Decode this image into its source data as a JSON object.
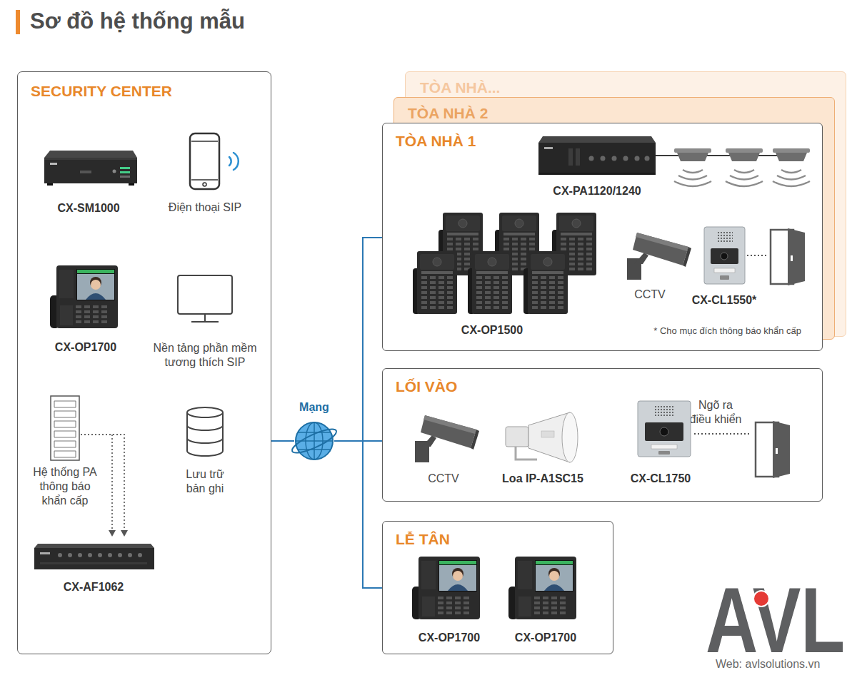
{
  "diagram": {
    "title": "Sơ đồ hệ thống mẫu",
    "nodes": [
      {
        "text": [
          "SECURITY CENTER"
        ]
      },
      {
        "text": [
          "Mạng"
        ]
      },
      {
        "text": [
          "TÒA NHÀ..."
        ]
      },
      {
        "text": [
          "TÒA NHÀ 2"
        ]
      },
      {
        "text": [
          "TÒA NHÀ 1"
        ]
      },
      {
        "text": [
          "LỐI VÀO"
        ]
      },
      {
        "text": [
          "LỄ TÂN"
        ]
      }
    ],
    "edges": [
      {
        "from": 0,
        "to": 1,
        "arrow": "none"
      },
      {
        "from": 1,
        "to": 4,
        "arrow": "none"
      },
      {
        "from": 1,
        "to": 5,
        "arrow": "none"
      },
      {
        "from": 1,
        "to": 6,
        "arrow": "none"
      }
    ],
    "labels": [
      "CX-SM1000",
      "Điện thoại SIP",
      "CX-OP1700",
      "Nền tảng phần mềm tương thích SIP",
      "Hệ thống PA thông báo khẩn cấp",
      "Lưu trữ bản ghi",
      "CX-AF1062",
      "CX-PA1120/1240",
      "CX-OP1500",
      "CCTV",
      "CX-CL1550*",
      "* Cho mục đích thông báo khẩn cấp",
      "CCTV",
      "Loa IP-A1SC15",
      "Ngõ ra điều khiển",
      "CX-CL1750",
      "CX-OP1700",
      "CX-OP1700",
      "AVL",
      "Web: avlsolutions.vn"
    ]
  }
}
